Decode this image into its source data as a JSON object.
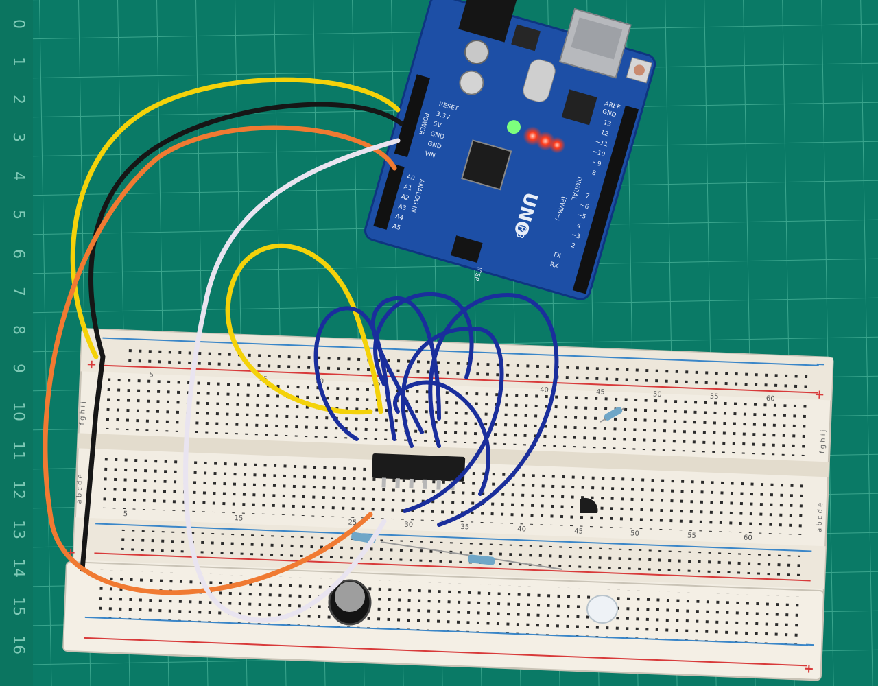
{
  "board": {
    "name": "UNO",
    "revision": "R3",
    "power_pins": [
      "RESET",
      "3.3V",
      "5V",
      "GND",
      "GND",
      "VIN"
    ],
    "power_header": "POWER",
    "analog_pins": [
      "A0",
      "A1",
      "A2",
      "A3",
      "A4",
      "A5"
    ],
    "analog_header": "ANALOG IN",
    "digital_header": "DIGITAL",
    "pwm_header": "(PWM~)",
    "digital_pins": [
      "13",
      "12",
      "~11",
      "~10",
      "~9",
      "8",
      "7",
      "~6",
      "~5",
      "4",
      "~3",
      "2"
    ],
    "tx_label": "TX",
    "rx_label": "RX",
    "aref_label": "AREF",
    "icsp_label": "ICSP",
    "ground_label": "GND"
  },
  "ruler": {
    "marks": [
      "0",
      "1",
      "2",
      "3",
      "4",
      "5",
      "6",
      "7",
      "8",
      "9",
      "10",
      "11",
      "12",
      "13",
      "14",
      "15",
      "16"
    ]
  },
  "breadboard": {
    "top_numbers": [
      "5",
      "15",
      "20",
      "25",
      "40",
      "45",
      "50",
      "55",
      "60"
    ],
    "bottom_numbers": [
      "5",
      "15",
      "25",
      "30",
      "35",
      "40",
      "45",
      "50",
      "55",
      "60"
    ],
    "row_letters_top": "f g h i j",
    "row_letters_bottom": "a b c d e",
    "plus": "+",
    "minus": "−"
  },
  "colors": {
    "mat": "#0a7a66",
    "grid": "#2f9a84",
    "pcb": "#1a4fa8",
    "breadboard": "#f2ede3",
    "wire_yellow": "#f4d20a",
    "wire_orange": "#f07a32",
    "wire_black": "#161616",
    "wire_white": "#e9e4f0",
    "wire_blue": "#1a2e9c",
    "rail_red": "#d83a3a",
    "rail_blue": "#3a86c8"
  }
}
